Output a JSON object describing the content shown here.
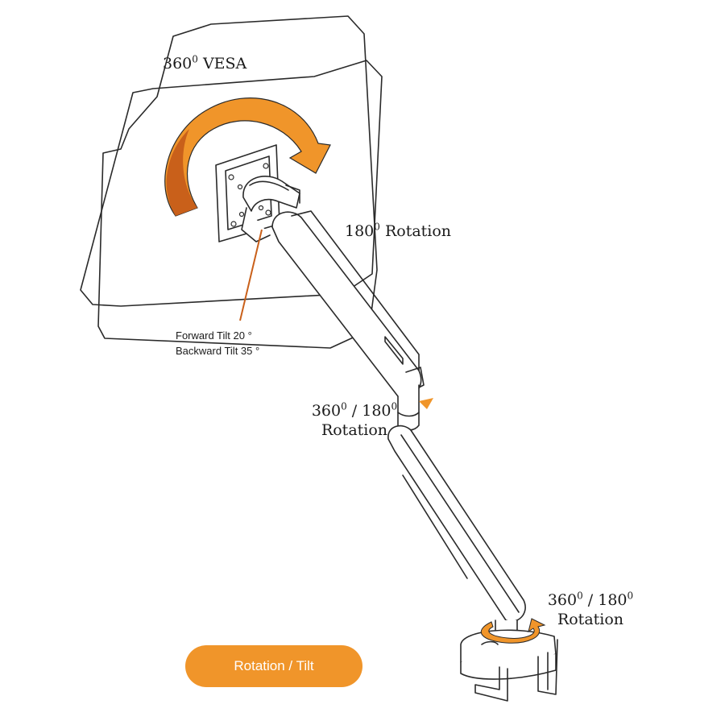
{
  "labels": {
    "vesa": {
      "number": "360",
      "degree": "0",
      "text": " VESA"
    },
    "rotation_180": {
      "number": "180",
      "degree": "0",
      "text": " Rotation"
    },
    "tilt_forward": "Forward Tilt 20 °",
    "tilt_backward": "Backward Tilt 35 °",
    "elbow": {
      "number1": "360",
      "degree1": "0",
      "sep": " / ",
      "number2": "180",
      "degree2": "0",
      "line2": "Rotation"
    },
    "base": {
      "number1": "360",
      "degree1": "0",
      "sep": " / ",
      "number2": "180",
      "degree2": "0",
      "line2": "Rotation"
    }
  },
  "badge": {
    "label": "Rotation / Tilt"
  },
  "colors": {
    "accent": "#f0952a",
    "arrow_dark": "#c9601a",
    "line": "#2a2a2a"
  }
}
